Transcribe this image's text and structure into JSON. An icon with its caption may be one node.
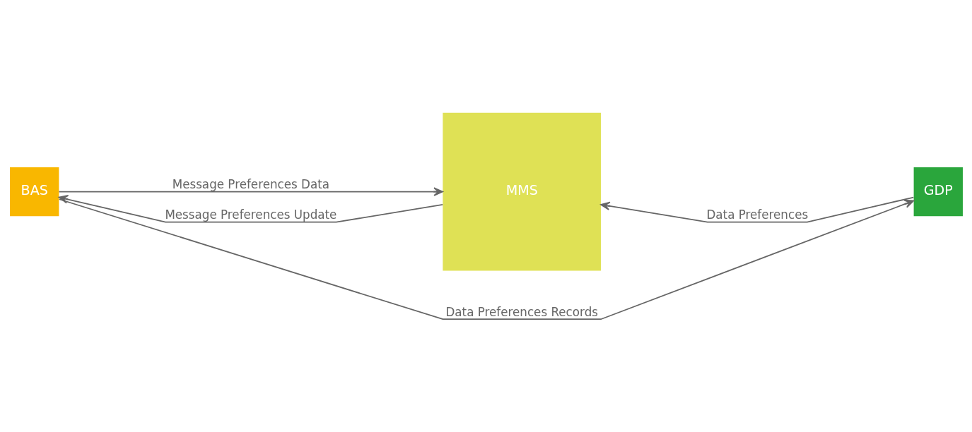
{
  "diagram": {
    "nodes": [
      {
        "text": [
          "BAS"
        ]
      },
      {
        "text": [
          "MMS"
        ]
      },
      {
        "text": [
          "GDP"
        ]
      }
    ],
    "edges": [
      {
        "from": 0,
        "to": 2,
        "arrow": "to",
        "label": "Data Preferences Records"
      },
      {
        "from": 0,
        "to": 1,
        "arrow": "to",
        "label": "Message Preferences Data"
      },
      {
        "from": 2,
        "to": 1,
        "arrow": "to",
        "label": "Data Preferences"
      },
      {
        "from": 1,
        "to": 0,
        "arrow": "to",
        "label": "Message Preferences Update"
      }
    ]
  }
}
